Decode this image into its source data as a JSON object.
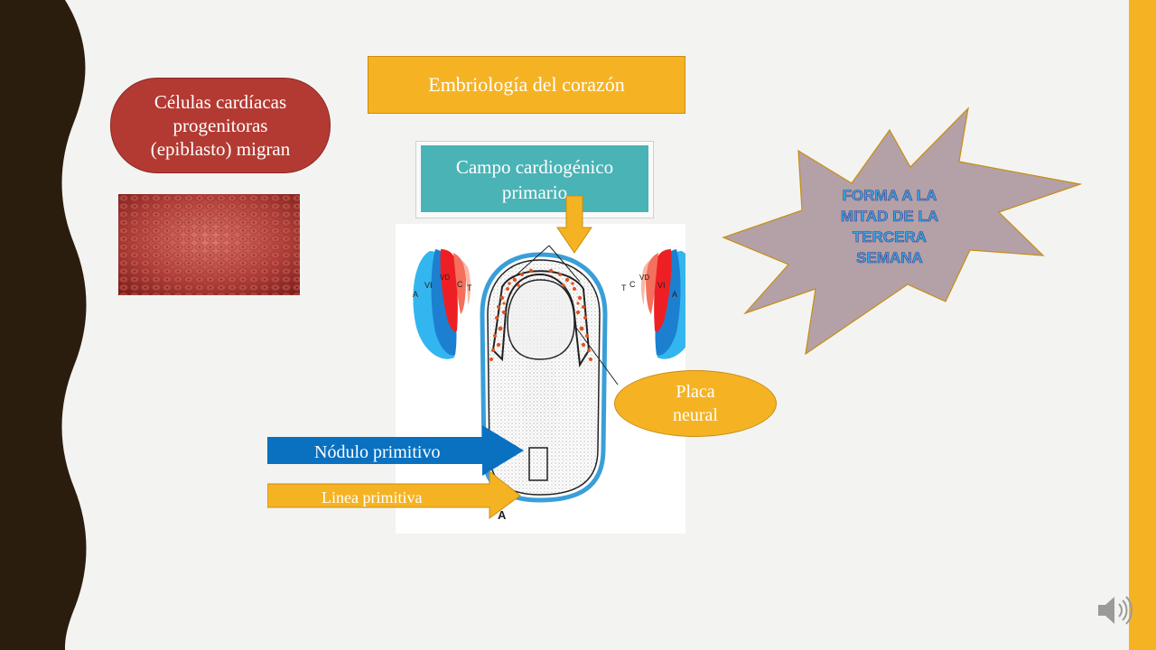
{
  "slide": {
    "title": "Embriología del corazón",
    "progenitor_label_lines": [
      "Células cardíacas",
      "progenitoras",
      "(epiblasto) migran"
    ],
    "field_label_lines": [
      "Campo cardiogénico",
      "primario"
    ],
    "starburst_lines": [
      "FORMA A LA",
      "MITAD DE LA",
      "TERCERA",
      "SEMANA"
    ],
    "neural_plate_lines": [
      "Placa",
      "neural"
    ],
    "primitive_node": "Nódulo primitivo",
    "primitive_streak": "Linea primitiva"
  },
  "diagram": {
    "left_heart_labels": [
      "A",
      "VI",
      "VD",
      "C",
      "T"
    ],
    "right_heart_labels": [
      "T",
      "C",
      "VD",
      "VI",
      "A"
    ],
    "panel_letter": "A"
  },
  "colors": {
    "accent": "#f5b324",
    "red_oval": "#b33a32",
    "teal": "#4ab3b6",
    "blue_arrow": "#0a70c0",
    "starburst": "#b3a1a7",
    "dark_band": "#2b1d0e"
  },
  "icons": {
    "audio": "speaker-icon"
  }
}
